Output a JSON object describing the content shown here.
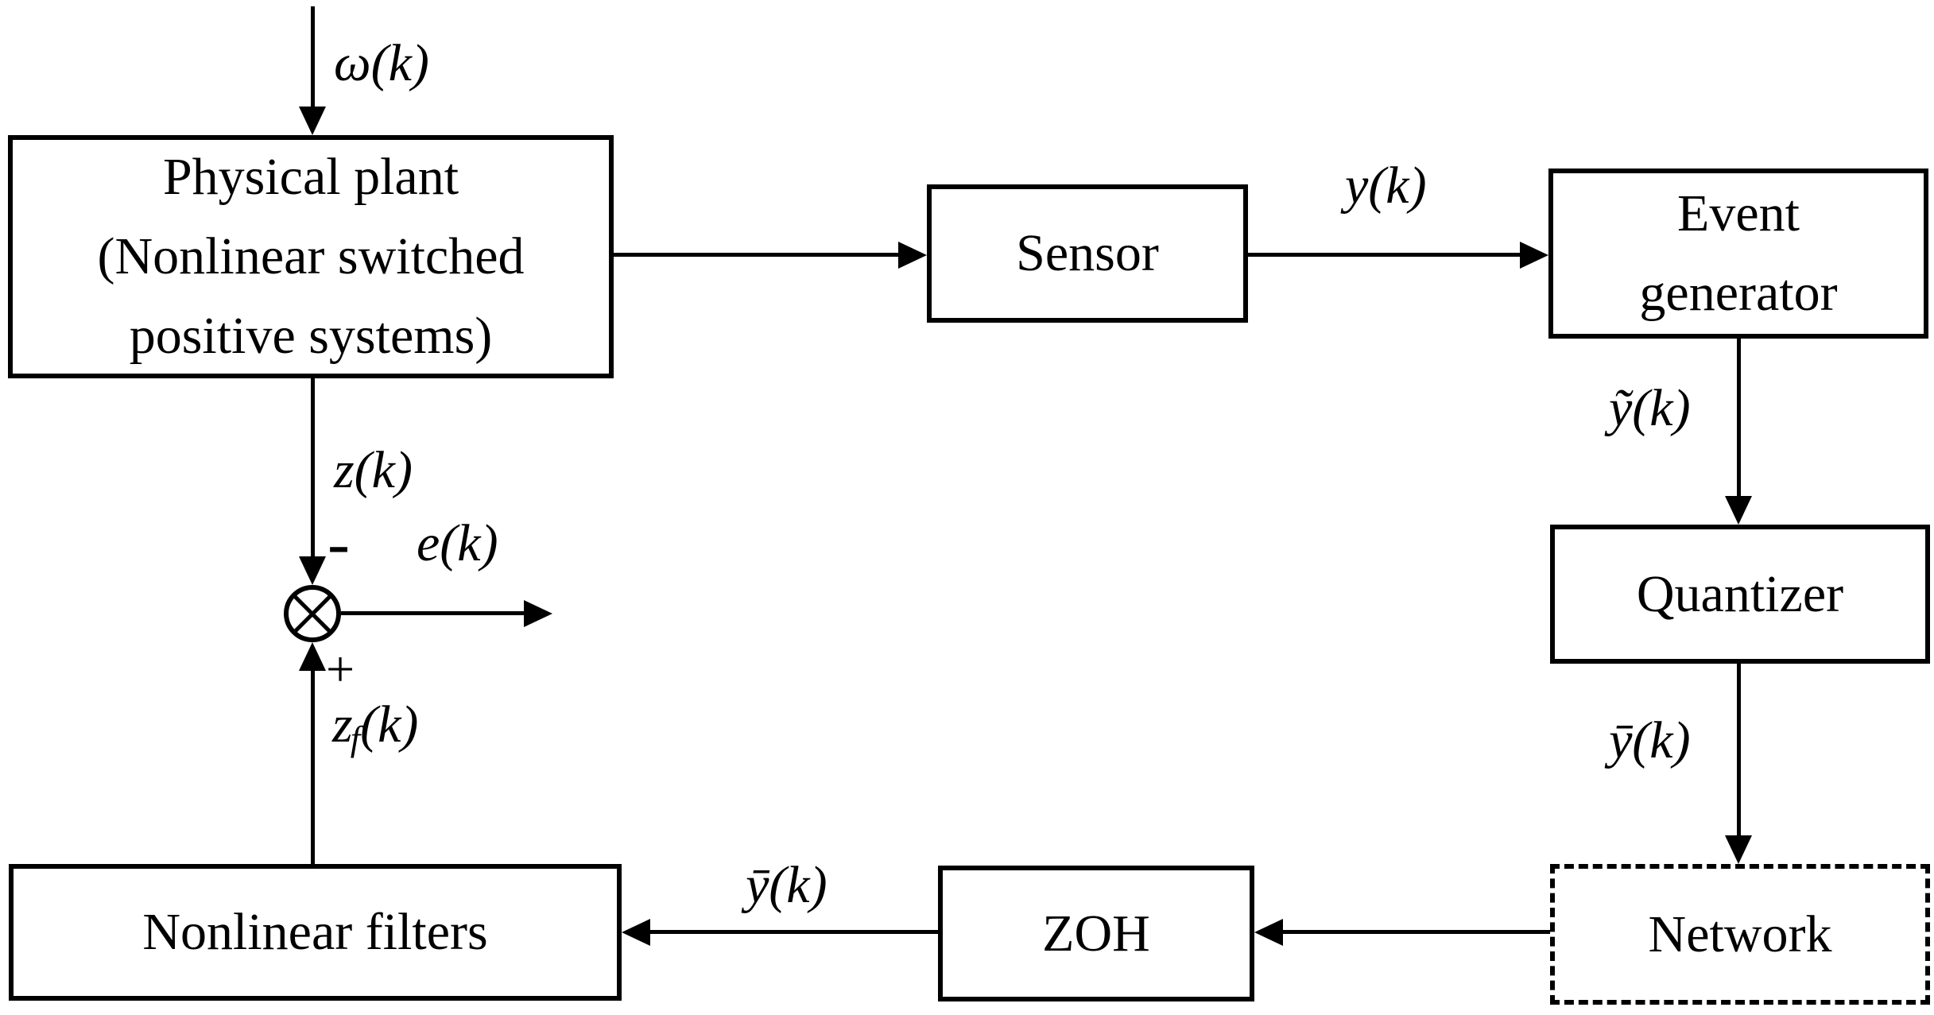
{
  "figure": {
    "colors": {
      "line": "#000000",
      "background": "#ffffff"
    },
    "blocks": {
      "plant": {
        "line1": "Physical plant",
        "line2": "(Nonlinear switched",
        "line3": "positive systems)"
      },
      "sensor": {
        "label": "Sensor"
      },
      "event_generator": {
        "line1": "Event",
        "line2": "generator"
      },
      "quantizer": {
        "label": "Quantizer"
      },
      "network": {
        "label": "Network"
      },
      "zoh": {
        "label": "ZOH"
      },
      "nonlinear_filters": {
        "label": "Nonlinear filters"
      }
    },
    "signals": {
      "omega": "ω(k)",
      "y": "y(k)",
      "y_tilde": "ỹ(k)",
      "y_bar_to_network": "ȳ(k)",
      "y_bar_to_filters": "ȳ(k)",
      "z": "z(k)",
      "e": "e(k)",
      "z_f_base": "z",
      "z_f_sub": "f",
      "z_f_rest": "(k)",
      "minus_sign": "-",
      "plus_sign": "+"
    }
  }
}
